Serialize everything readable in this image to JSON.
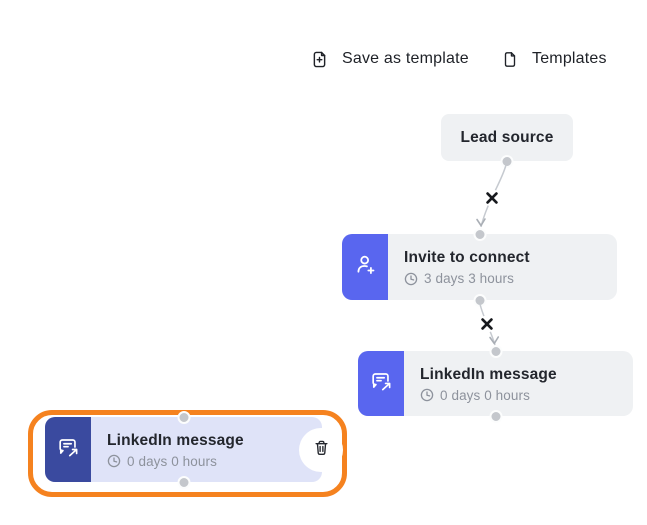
{
  "toolbar": {
    "save_as_template": {
      "label": "Save as template",
      "icon": "file-plus-icon"
    },
    "templates": {
      "label": "Templates",
      "icon": "file-icon"
    }
  },
  "flow": {
    "nodes": [
      {
        "id": "lead-source",
        "title": "Lead source"
      },
      {
        "id": "invite-to-connect",
        "title": "Invite to connect",
        "delay": "3 days 3 hours",
        "icon": "person-add-icon"
      },
      {
        "id": "linkedin-message-1",
        "title": "LinkedIn message",
        "delay": "0 days 0 hours",
        "icon": "message-send-icon"
      },
      {
        "id": "linkedin-message-2",
        "title": "LinkedIn message",
        "delay": "0 days 0 hours",
        "icon": "message-send-icon",
        "selected": true,
        "action": "delete"
      }
    ],
    "connectors": [
      {
        "from": "lead-source",
        "to": "invite-to-connect",
        "breakable": true
      },
      {
        "from": "invite-to-connect",
        "to": "linkedin-message-1",
        "breakable": true
      }
    ]
  },
  "colors": {
    "accent_blue": "#5966EF",
    "selected_navy": "#3A4A9F",
    "node_background": "#EFF1F3",
    "selected_node_background": "#DFE3F8",
    "selection_ring_orange": "#F5821F",
    "connector_gray": "#C6CAD0",
    "handle_gray": "#C4C7CC",
    "title_text": "#23262D",
    "muted_text": "#8D929C"
  }
}
